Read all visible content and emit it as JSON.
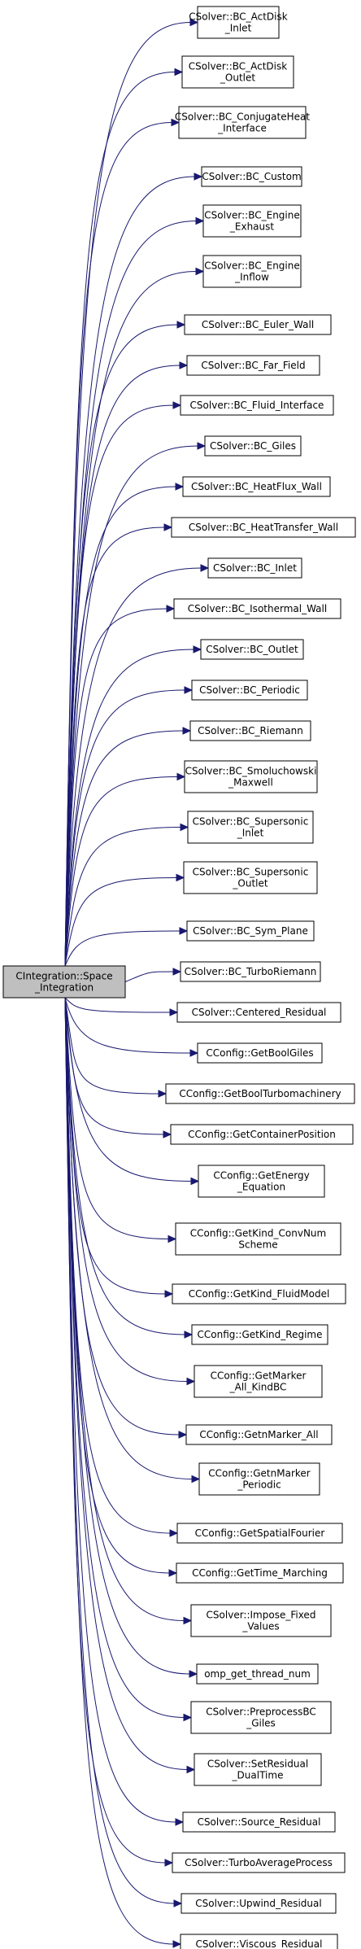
{
  "diagram": {
    "root": {
      "lines": [
        "CIntegration::Space",
        "_Integration"
      ]
    },
    "callees": [
      {
        "lines": [
          "CSolver::BC_ActDisk",
          "_Inlet"
        ]
      },
      {
        "lines": [
          "CSolver::BC_ActDisk",
          "_Outlet"
        ]
      },
      {
        "lines": [
          "CSolver::BC_ConjugateHeat",
          "_Interface"
        ]
      },
      {
        "lines": [
          "CSolver::BC_Custom"
        ]
      },
      {
        "lines": [
          "CSolver::BC_Engine",
          "_Exhaust"
        ]
      },
      {
        "lines": [
          "CSolver::BC_Engine",
          "_Inflow"
        ]
      },
      {
        "lines": [
          "CSolver::BC_Euler_Wall"
        ]
      },
      {
        "lines": [
          "CSolver::BC_Far_Field"
        ]
      },
      {
        "lines": [
          "CSolver::BC_Fluid_Interface"
        ]
      },
      {
        "lines": [
          "CSolver::BC_Giles"
        ]
      },
      {
        "lines": [
          "CSolver::BC_HeatFlux_Wall"
        ]
      },
      {
        "lines": [
          "CSolver::BC_HeatTransfer_Wall"
        ]
      },
      {
        "lines": [
          "CSolver::BC_Inlet"
        ]
      },
      {
        "lines": [
          "CSolver::BC_Isothermal_Wall"
        ]
      },
      {
        "lines": [
          "CSolver::BC_Outlet"
        ]
      },
      {
        "lines": [
          "CSolver::BC_Periodic"
        ]
      },
      {
        "lines": [
          "CSolver::BC_Riemann"
        ]
      },
      {
        "lines": [
          "CSolver::BC_Smoluchowski",
          "_Maxwell"
        ]
      },
      {
        "lines": [
          "CSolver::BC_Supersonic",
          "_Inlet"
        ]
      },
      {
        "lines": [
          "CSolver::BC_Supersonic",
          "_Outlet"
        ]
      },
      {
        "lines": [
          "CSolver::BC_Sym_Plane"
        ]
      },
      {
        "lines": [
          "CSolver::BC_TurboRiemann"
        ]
      },
      {
        "lines": [
          "CSolver::Centered_Residual"
        ]
      },
      {
        "lines": [
          "CConfig::GetBoolGiles"
        ]
      },
      {
        "lines": [
          "CConfig::GetBoolTurbomachinery"
        ]
      },
      {
        "lines": [
          "CConfig::GetContainerPosition"
        ]
      },
      {
        "lines": [
          "CConfig::GetEnergy",
          "_Equation"
        ]
      },
      {
        "lines": [
          "CConfig::GetKind_ConvNum",
          "Scheme"
        ]
      },
      {
        "lines": [
          "CConfig::GetKind_FluidModel"
        ]
      },
      {
        "lines": [
          "CConfig::GetKind_Regime"
        ]
      },
      {
        "lines": [
          "CConfig::GetMarker",
          "_All_KindBC"
        ]
      },
      {
        "lines": [
          "CConfig::GetnMarker_All"
        ]
      },
      {
        "lines": [
          "CConfig::GetnMarker",
          "_Periodic"
        ]
      },
      {
        "lines": [
          "CConfig::GetSpatialFourier"
        ]
      },
      {
        "lines": [
          "CConfig::GetTime_Marching"
        ]
      },
      {
        "lines": [
          "CSolver::Impose_Fixed",
          "_Values"
        ]
      },
      {
        "lines": [
          "omp_get_thread_num"
        ]
      },
      {
        "lines": [
          "CSolver::PreprocessBC",
          "_Giles"
        ]
      },
      {
        "lines": [
          "CSolver::SetResidual",
          "_DualTime"
        ]
      },
      {
        "lines": [
          "CSolver::Source_Residual"
        ]
      },
      {
        "lines": [
          "CSolver::TurboAverageProcess"
        ]
      },
      {
        "lines": [
          "CSolver::Upwind_Residual"
        ]
      },
      {
        "lines": [
          "CSolver::Viscous_Residual"
        ]
      }
    ],
    "colors": {
      "edge": "#191970",
      "root_fill": "#bfbfbf",
      "node_fill": "#ffffff",
      "border": "#000000"
    }
  }
}
